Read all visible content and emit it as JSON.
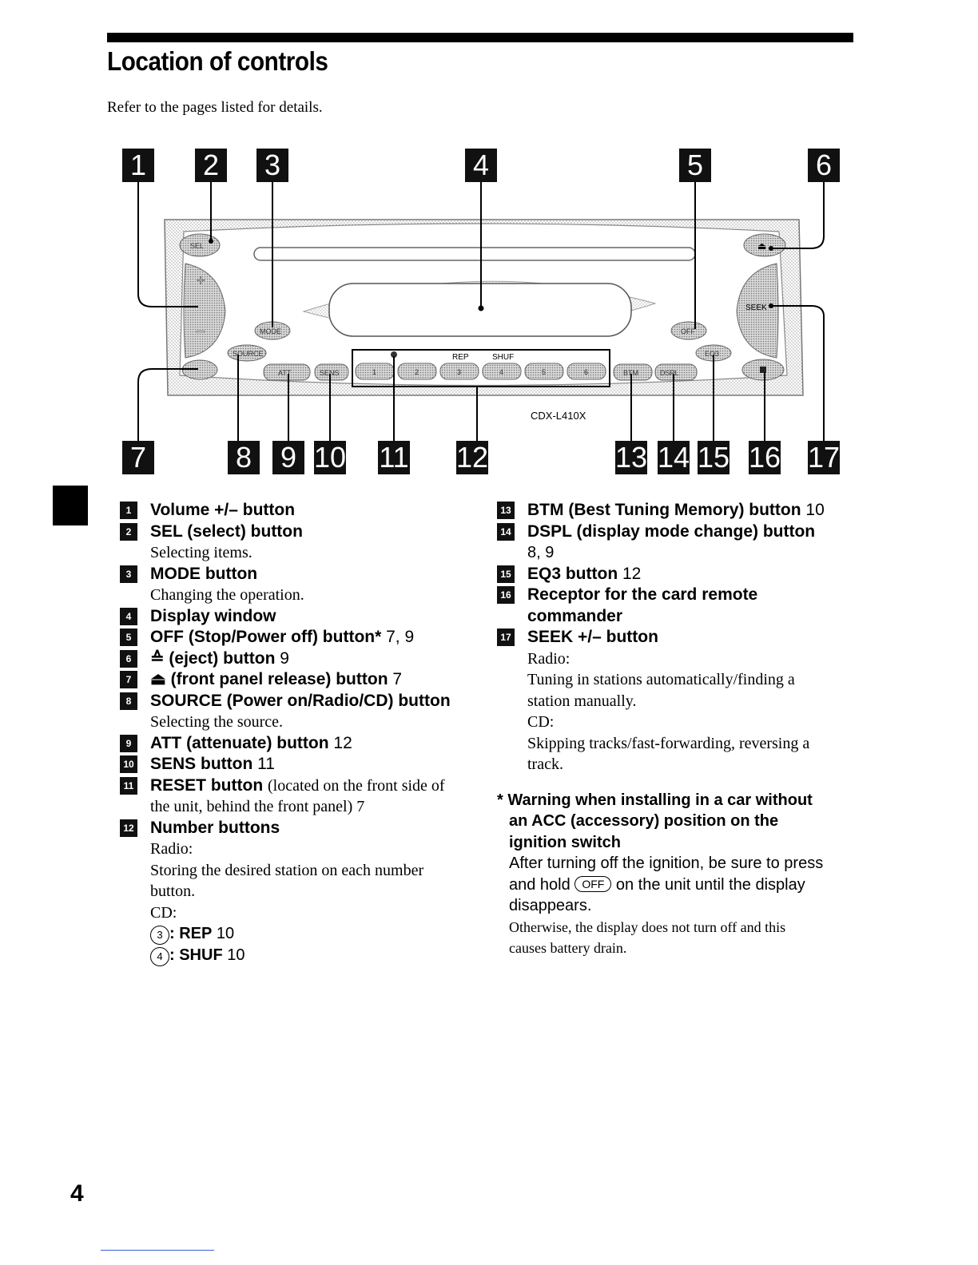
{
  "page": {
    "title": "Location of controls",
    "subtitle": "Refer to the pages listed for details.",
    "page_number": "4"
  },
  "diagram": {
    "model_label": "CDX-L410X",
    "callouts": [
      "1",
      "2",
      "3",
      "4",
      "5",
      "6",
      "7",
      "8",
      "9",
      "10",
      "11",
      "12",
      "13",
      "14",
      "15",
      "16",
      "17"
    ],
    "panel_labels": {
      "sel": "SEL",
      "plus": "+",
      "minus": "–",
      "mode": "MODE",
      "source": "SOURCE",
      "att": "ATT",
      "sens": "SENS",
      "rep": "REP",
      "shuf": "SHUF",
      "presets": [
        "1",
        "2",
        "3",
        "4",
        "5",
        "6"
      ],
      "btm": "BTM",
      "dspl": "DSPL",
      "off": "OFF",
      "eq3": "EQ3",
      "seek": "SEEK"
    }
  },
  "left_column": [
    {
      "badge": "1",
      "label": "Volume +/– button"
    },
    {
      "badge": "2",
      "label": "SEL (select) button",
      "desc": [
        "Selecting items."
      ]
    },
    {
      "badge": "3",
      "label": "MODE button",
      "desc": [
        "Changing the operation."
      ]
    },
    {
      "badge": "4",
      "label": "Display window"
    },
    {
      "badge": "5",
      "label": "OFF (Stop/Power off) button*",
      "page": "7, 9"
    },
    {
      "badge": "6",
      "label": "≙ (eject) button",
      "page": "9"
    },
    {
      "badge": "7",
      "label": "⏏ (front panel release) button",
      "page": "7"
    },
    {
      "badge": "8",
      "label": "SOURCE (Power on/Radio/CD) button",
      "desc": [
        "Selecting the source."
      ]
    },
    {
      "badge": "9",
      "label": "ATT (attenuate) button",
      "page": "12"
    },
    {
      "badge": "10",
      "label": "SENS button",
      "page": "11"
    },
    {
      "badge": "11",
      "label": "RESET button",
      "extra": "(located on the front side of",
      "desc": [
        "the unit, behind the front panel)  7"
      ]
    },
    {
      "badge": "12",
      "label": "Number buttons",
      "desc": [
        "Radio:",
        "Storing the desired station on each number",
        "button.",
        "CD:"
      ]
    }
  ],
  "number_buttons_cd": [
    {
      "key": "3",
      "label": ": REP",
      "page": "10"
    },
    {
      "key": "4",
      "label": ": SHUF",
      "page": "10"
    }
  ],
  "right_column": [
    {
      "badge": "13",
      "label": "BTM (Best Tuning Memory) button",
      "page": "10"
    },
    {
      "badge": "14",
      "label": "DSPL (display mode change) button",
      "desc_sans": "8, 9"
    },
    {
      "badge": "15",
      "label": "EQ3 button",
      "page": "12"
    },
    {
      "badge": "16",
      "label": "Receptor for the card remote",
      "label2": "commander"
    },
    {
      "badge": "17",
      "label": "SEEK +/– button",
      "desc": [
        "Radio:",
        "Tuning in stations automatically/finding a",
        "station manually.",
        "CD:",
        "Skipping tracks/fast-forwarding, reversing a",
        "track."
      ]
    }
  ],
  "warning": {
    "title_lines": [
      "* Warning when installing in a car without",
      "an ACC (accessory) position on the",
      "ignition switch"
    ],
    "body_before_key": "After turning off the ignition, be sure to press",
    "body_hold": "and hold",
    "key": "OFF",
    "body_after_key": "on the unit until the display",
    "body_end": "disappears.",
    "note_lines": [
      "Otherwise, the display does not turn off and this",
      "causes battery drain."
    ]
  }
}
